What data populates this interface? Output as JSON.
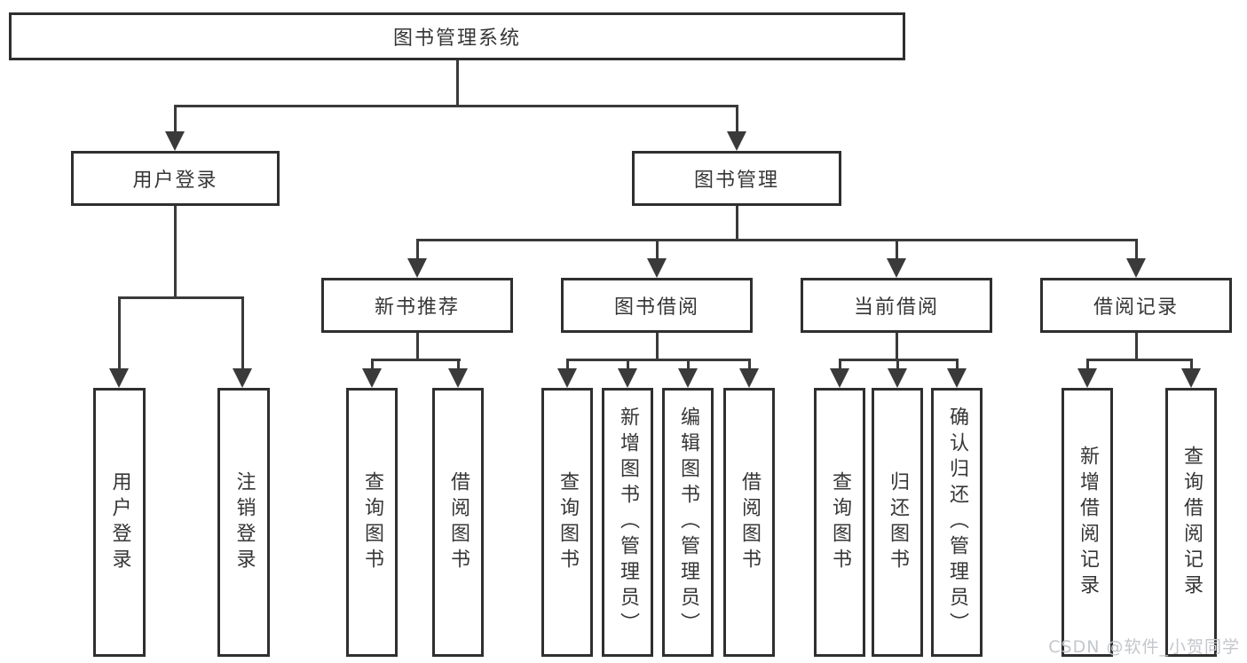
{
  "diagram": {
    "root": {
      "label": "图书管理系统"
    },
    "branches": [
      {
        "label": "用户登录",
        "children": [
          {
            "label": "用户登录"
          },
          {
            "label": "注销登录"
          }
        ]
      },
      {
        "label": "图书管理",
        "sections": [
          {
            "label": "新书推荐",
            "children": [
              {
                "label": "查询图书"
              },
              {
                "label": "借阅图书"
              }
            ]
          },
          {
            "label": "图书借阅",
            "children": [
              {
                "label": "查询图书"
              },
              {
                "label": "新增图书（管理员）"
              },
              {
                "label": "编辑图书（管理员）"
              },
              {
                "label": "借阅图书"
              }
            ]
          },
          {
            "label": "当前借阅",
            "children": [
              {
                "label": "查询图书"
              },
              {
                "label": "归还图书"
              },
              {
                "label": "确认归还（管理员）"
              }
            ]
          },
          {
            "label": "借阅记录",
            "children": [
              {
                "label": "新增借阅记录"
              },
              {
                "label": "查询借阅记录"
              }
            ]
          }
        ]
      }
    ]
  },
  "watermark": {
    "text": "CSDN @软件_小贺同学"
  },
  "colors": {
    "line": "#3a3a3a",
    "box_border": "#2f2f2f",
    "text": "#363636",
    "watermark": "#c3c6cb",
    "background": "#ffffff"
  }
}
